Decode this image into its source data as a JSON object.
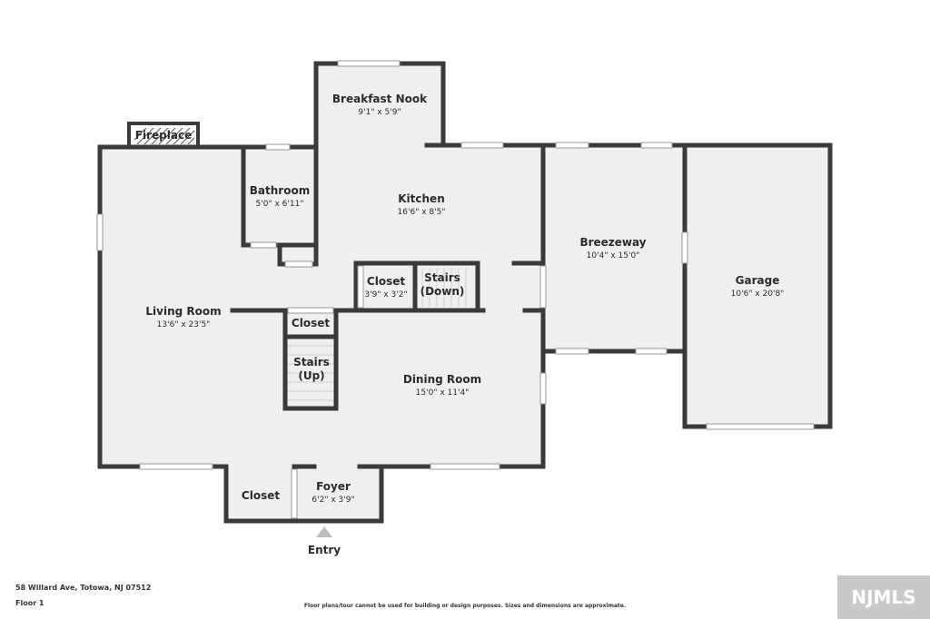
{
  "rooms": {
    "breakfast_nook": {
      "name": "Breakfast Nook",
      "dims": "9'1\" x 5'9\""
    },
    "fireplace": {
      "name": "Fireplace"
    },
    "bathroom": {
      "name": "Bathroom",
      "dims": "5'0\" x 6'11\""
    },
    "kitchen": {
      "name": "Kitchen",
      "dims": "16'6\" x 8'5\""
    },
    "breezeway": {
      "name": "Breezeway",
      "dims": "10'4\" x 15'0\""
    },
    "garage": {
      "name": "Garage",
      "dims": "10'6\" x 20'8\""
    },
    "closet_kitchen": {
      "name": "Closet",
      "dims": "3'9\" x 3'2\""
    },
    "stairs_down": {
      "name_line1": "Stairs",
      "name_line2": "(Down)"
    },
    "living_room": {
      "name": "Living Room",
      "dims": "13'6\" x 23'5\""
    },
    "closet_hall": {
      "name": "Closet"
    },
    "stairs_up": {
      "name_line1": "Stairs",
      "name_line2": "(Up)"
    },
    "dining_room": {
      "name": "Dining Room",
      "dims": "15'0\" x 11'4\""
    },
    "closet_entry": {
      "name": "Closet"
    },
    "foyer": {
      "name": "Foyer",
      "dims": "6'2\" x 3'9\""
    }
  },
  "entry_label": "Entry",
  "footer": {
    "address": "58 Willard Ave, Totowa, NJ 07512",
    "floor": "Floor 1",
    "disclaimer": "Floor plans/tour cannot be used for building or design purposes. Sizes and dimensions are approximate.",
    "logo": "NJMLS"
  },
  "colors": {
    "wall": "#3a3a3a",
    "floor": "#efefef"
  }
}
